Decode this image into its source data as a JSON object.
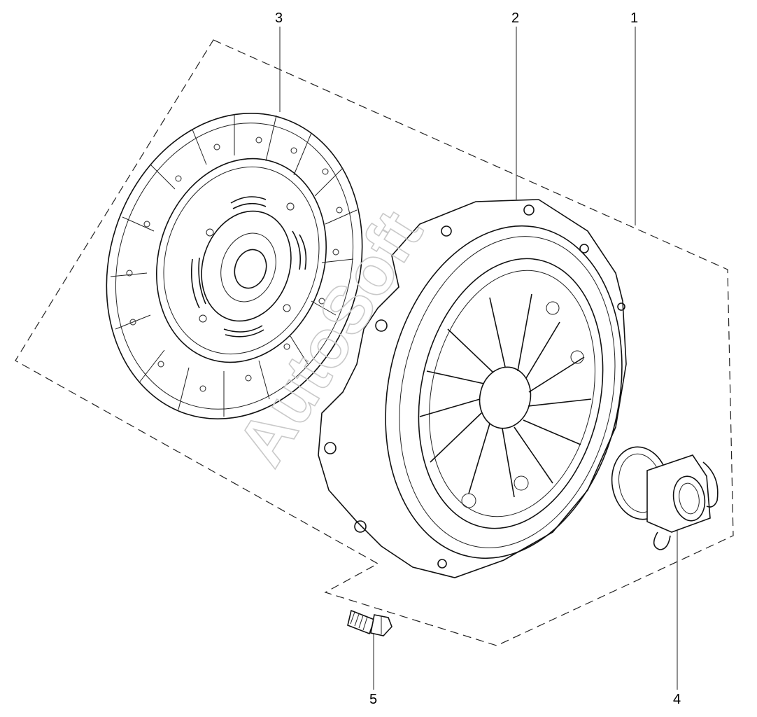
{
  "callouts": [
    {
      "id": "1",
      "label": "1"
    },
    {
      "id": "2",
      "label": "2"
    },
    {
      "id": "3",
      "label": "3"
    },
    {
      "id": "4",
      "label": "4"
    },
    {
      "id": "5",
      "label": "5"
    }
  ],
  "watermark": {
    "text": "AutoSoft"
  },
  "parts": {
    "kit": "clutch-kit",
    "pressure_plate": "clutch-pressure-plate",
    "disc": "clutch-disc",
    "bearing": "release-bearing",
    "bolt": "mounting-bolt"
  }
}
